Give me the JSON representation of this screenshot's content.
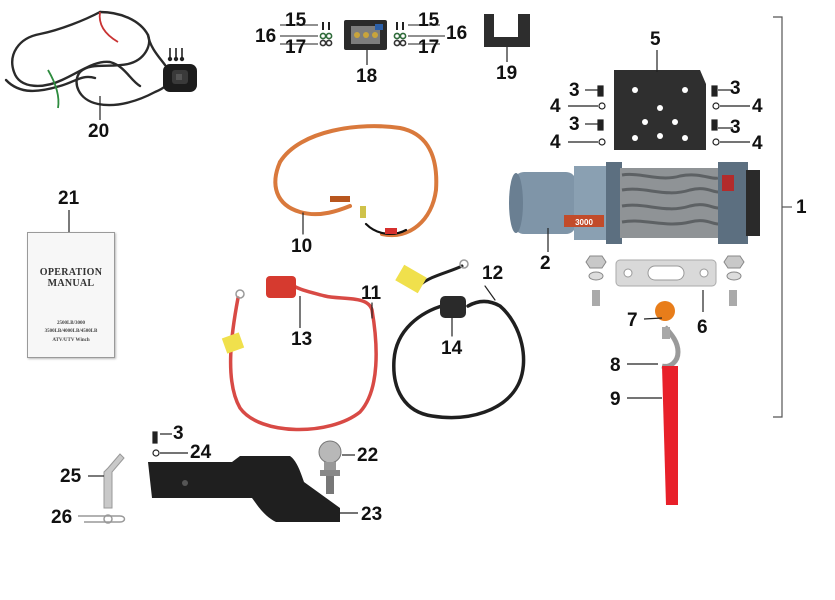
{
  "labels": {
    "n1": "1",
    "n2": "2",
    "n3": "3",
    "n4": "4",
    "n5": "5",
    "n6": "6",
    "n7": "7",
    "n8": "8",
    "n9": "9",
    "n10": "10",
    "n11": "11",
    "n12": "12",
    "n13": "13",
    "n14": "14",
    "n15": "15",
    "n16": "16",
    "n17": "17",
    "n18": "18",
    "n19": "19",
    "n20": "20",
    "n21": "21",
    "n22": "22",
    "n23": "23",
    "n24": "24",
    "n25": "25",
    "n26": "26"
  },
  "manual": {
    "title_line1": "OPERATION",
    "title_line2": "MANUAL",
    "model_line": "2500LB/3000",
    "spec_line": "3500LB/4000LB/4500LB",
    "type_line": "ATV/UTV Winch"
  },
  "winch": {
    "badge": "3000"
  },
  "colors": {
    "winch_drum": "#7f95a8",
    "rope": "#7a7e80",
    "hook_strap": "#e8202a",
    "red_cable": "#d84a45",
    "black_cable": "#1f1f1f",
    "orange_cable": "#d9793c"
  }
}
